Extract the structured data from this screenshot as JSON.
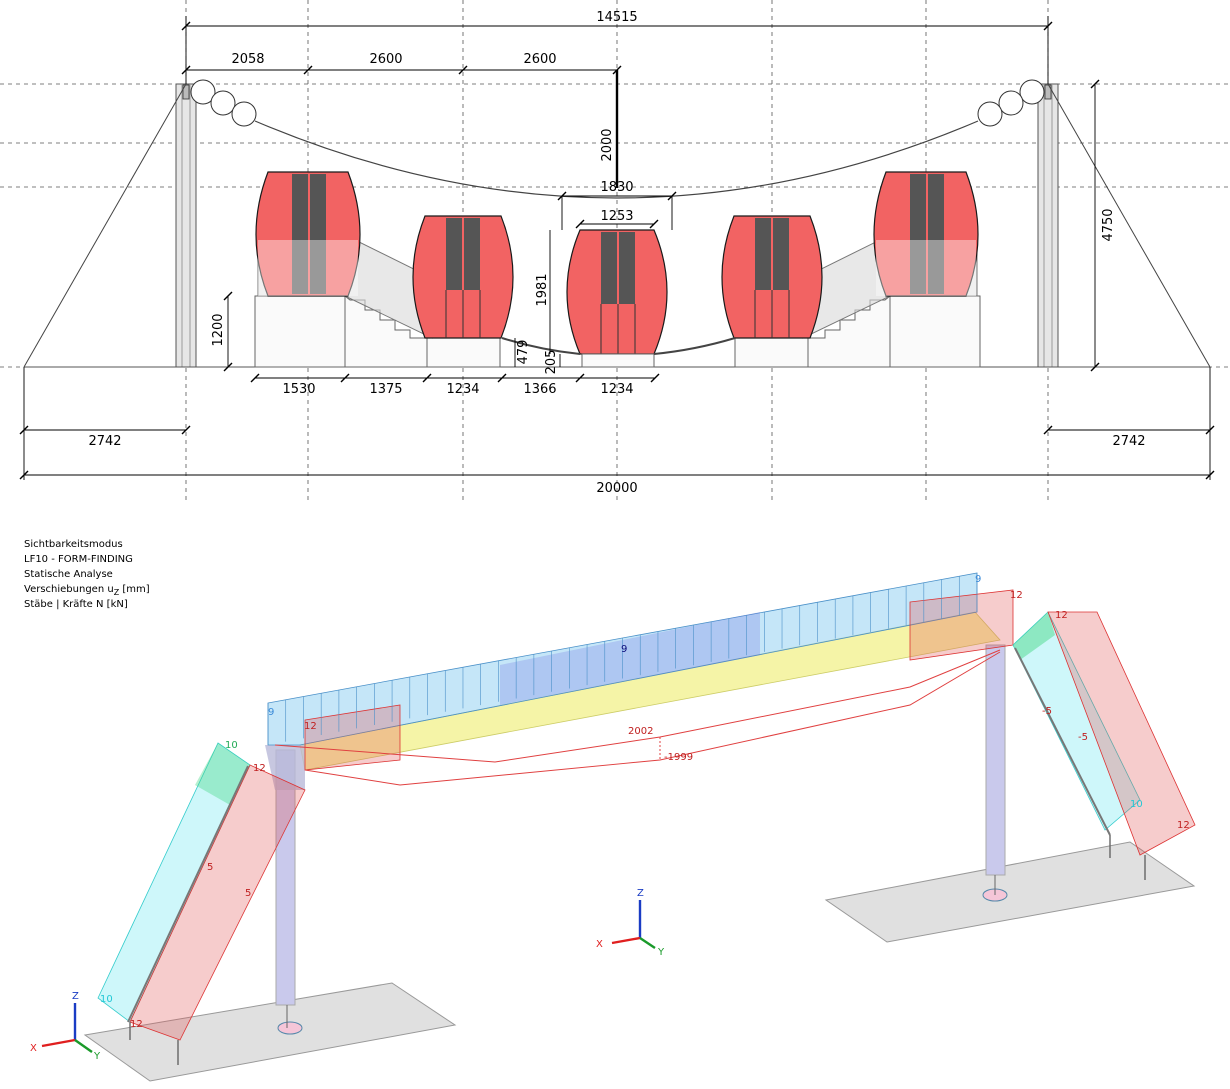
{
  "drawing": {
    "dims_top": {
      "overall": "14515",
      "seg1": "2058",
      "seg2": "2600",
      "seg3": "2600"
    },
    "dims_vert": {
      "rise": "2000",
      "height": "4750",
      "platform": "1200",
      "cabin": "1981",
      "gap": "479",
      "step": "205"
    },
    "dims_cabin": {
      "outer": "1830",
      "inner": "1253"
    },
    "dims_bottom": {
      "d1": "1530",
      "d2": "1375",
      "d3": "1234",
      "d4": "1366",
      "d5": "1234"
    },
    "dims_side": {
      "left": "2742",
      "right": "2742",
      "total": "20000"
    },
    "colors": {
      "cabin": "#f26363",
      "cabin_stroke": "#1a1a1a",
      "door": "#555555",
      "pillar": "#dcdcdc"
    }
  },
  "info": {
    "l1": "Sichtbarkeitsmodus",
    "l2": "LF10 - FORM-FINDING",
    "l3": "Statische Analyse",
    "l4a": "Verschiebungen u",
    "l4sub": "Z",
    "l4b": " [mm]",
    "l5": "Stäbe | Kräfte N [kN]"
  },
  "model": {
    "labels": {
      "bridge_left": "9",
      "bridge_mid": "9",
      "bridge_right": "9",
      "red_left": "12",
      "red_right": "12",
      "stair_left_top_green": "10",
      "stair_left_top_red": "12",
      "stair_left_mid1": "5",
      "stair_left_mid2": "5",
      "stair_left_bot_cyan": "10",
      "stair_left_bot_red": "12",
      "stair_right_top_red": "12",
      "stair_right_mid1": "-5",
      "stair_right_mid2": "-5",
      "stair_right_cyan": "10",
      "stair_right_bot_red": "12",
      "cable_upper": "2002",
      "cable_lower": "-1999"
    },
    "axes": {
      "x": "X",
      "y": "Y",
      "z": "Z"
    },
    "colors": {
      "blue": "#7ec8ef",
      "red": "#e05555",
      "yellow": "#f2f08a",
      "green": "#4bd98a",
      "cyan": "#5ee6f0",
      "column": "#c9c9ec",
      "base": "#e0e0e0"
    }
  }
}
